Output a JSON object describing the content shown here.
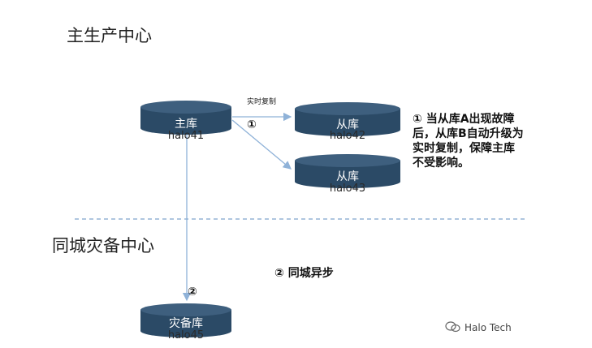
{
  "sections": {
    "main_center": "主生产中心",
    "dr_center": "同城灾备中心"
  },
  "arrow_label": "实时复制",
  "markers": {
    "one": "①",
    "two": "②"
  },
  "databases": [
    {
      "label": "主库",
      "host": "halo41"
    },
    {
      "label": "从库",
      "host": "halo42"
    },
    {
      "label": "从库",
      "host": "halo43"
    },
    {
      "label": "灾备库",
      "host": "halo45"
    }
  ],
  "notes": {
    "failover": [
      "① 当从库A出现故障",
      "后，从库B自动升级为",
      "实时复制，保障主库",
      "不受影响。"
    ],
    "async": "② 同城异步"
  },
  "watermark": "Halo Tech",
  "colors": {
    "db_fill": "#2b4a66",
    "db_top": "#3e5f7e",
    "arrow": "#8fb2d8",
    "divider": "#7fa3cc"
  }
}
